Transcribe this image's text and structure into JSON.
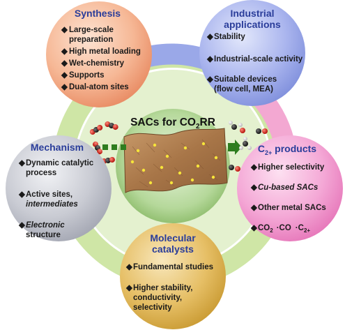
{
  "center": {
    "title_main": "SACs for CO",
    "title_sub": "2",
    "title_tail": "RR"
  },
  "synthesis": {
    "title": "Synthesis",
    "items": [
      "Large-scale",
      "preparation",
      "High metal loading",
      "Wet-chemistry",
      "Supports",
      "Dual-atom sites"
    ]
  },
  "industrial": {
    "title_l1": "Industrial",
    "title_l2": "applications",
    "items": [
      "Stability",
      "Industrial-scale activity",
      "Suitable devices",
      "(flow cell, MEA)"
    ]
  },
  "mechanism": {
    "title": "Mechanism",
    "items": [
      "Dynamic catalytic",
      "process",
      "Active sites,",
      "intermediates",
      "Electronic",
      "structure"
    ]
  },
  "c2": {
    "title_pre": "C",
    "title_sub": "2+",
    "title_post": " products",
    "items": [
      "Higher selectivity",
      "Cu-based SACs",
      "Other metal SACs"
    ],
    "product_1": "CO",
    "product_1_sub": "2",
    "product_2": "·CO",
    "product_3": "·C",
    "product_3_sub": "2+"
  },
  "molecular": {
    "title_l1": "Molecular",
    "title_l2": "catalysts",
    "items": [
      "Fundamental studies",
      "Higher stability,",
      "conductivity,",
      "selectivity"
    ]
  },
  "colors": {
    "synthesis": "#f3a37e",
    "industrial": "#98a6ea",
    "mechanism": "#b9bcc6",
    "c2": "#f08fcb",
    "molecular": "#e0b24e",
    "ring": "#cfe6a6",
    "center": "#9cc57c",
    "heading": "#2a3d9a"
  },
  "icons": [
    "diamond-bullet-icon",
    "co2-molecule-icon",
    "arrow-right-icon",
    "catalyst-particle-icon"
  ]
}
